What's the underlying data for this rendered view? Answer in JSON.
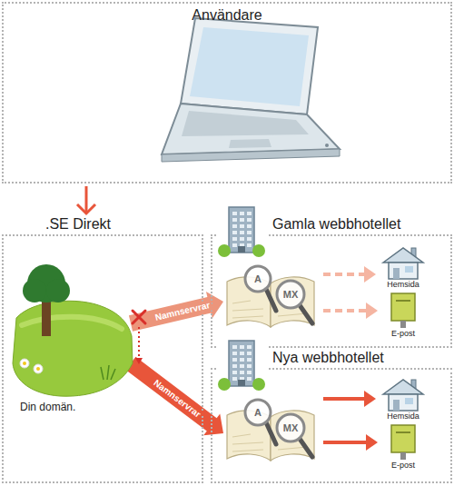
{
  "diagram": {
    "nodes": [
      {
        "text": [
          "Användare"
        ]
      },
      {
        "text": [
          ".SE Direkt"
        ]
      },
      {
        "text": [
          "Din domän."
        ],
        "in": 1
      },
      {
        "text": [
          "Gamla webbhotellet"
        ]
      },
      {
        "text": [
          "A",
          "MX"
        ],
        "in": 3
      },
      {
        "text": [
          "Hemsida"
        ],
        "in": 3
      },
      {
        "text": [
          "E-post"
        ],
        "in": 3
      },
      {
        "text": [
          "Nya webbhotellet"
        ]
      },
      {
        "text": [
          "A",
          "MX"
        ],
        "in": 7
      },
      {
        "text": [
          "Hemsida"
        ],
        "in": 7
      },
      {
        "text": [
          "E-post"
        ],
        "in": 7
      }
    ],
    "edges": [
      {
        "from": 0,
        "to": 1,
        "arrow": "to"
      },
      {
        "from": 2,
        "to": 4,
        "label": "Namnservrar",
        "arrow": "to"
      },
      {
        "from": 2,
        "to": 8,
        "label": "Namnservrar",
        "arrow": "to"
      },
      {
        "from": 4,
        "to": 5,
        "arrow": "to"
      },
      {
        "from": 4,
        "to": 6,
        "arrow": "to"
      },
      {
        "from": 8,
        "to": 9,
        "arrow": "to"
      },
      {
        "from": 8,
        "to": 10,
        "arrow": "to"
      }
    ]
  }
}
